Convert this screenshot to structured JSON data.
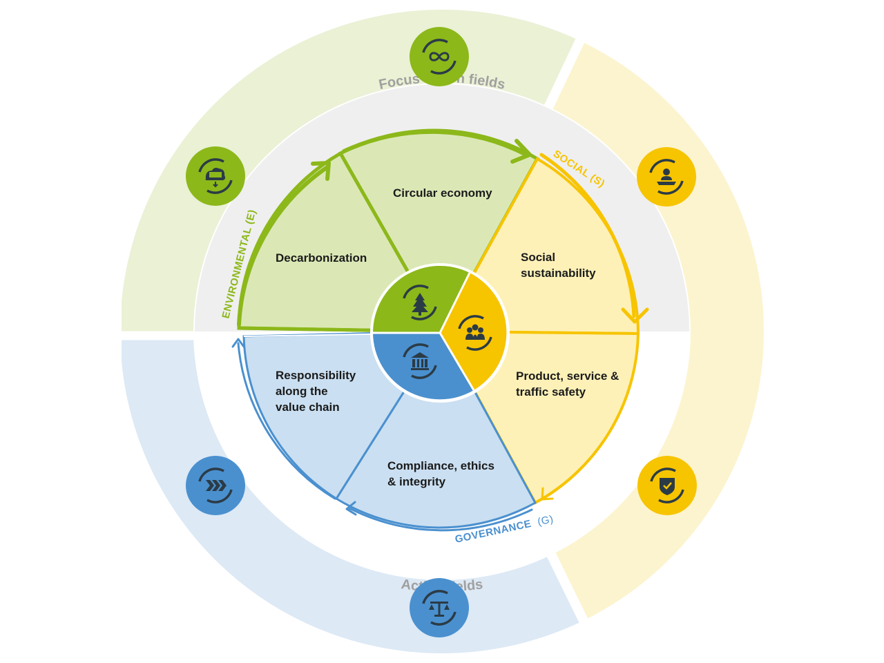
{
  "rings": {
    "focus_label": "Focus action fields",
    "action_label": "Action fields"
  },
  "pillars": {
    "environmental": "ENVIRONMENTAL (E)",
    "social": "SOCIAL (S)",
    "governance": "GOVERNANCE",
    "governance_suffix": "(G)"
  },
  "segments": {
    "decarbonization": [
      "Decarbonization"
    ],
    "circular_economy": [
      "Circular economy"
    ],
    "social_sustainability": [
      "Social",
      "sustainability"
    ],
    "product_safety": [
      "Product, service &",
      "traffic safety"
    ],
    "compliance": [
      "Compliance, ethics",
      "& integrity"
    ],
    "responsibility": [
      "Responsibility",
      "along the",
      "value chain"
    ]
  },
  "colors": {
    "green": "#8cb81a",
    "green_light": "#dbe8b6",
    "green_outer": "#eaf1d5",
    "yellow": "#f7c400",
    "yellow_light": "#fdf1b8",
    "yellow_outer": "#fcf4cf",
    "blue": "#4a90cf",
    "blue_light": "#cadff1",
    "blue_outer": "#dde9f5",
    "grey_band": "#efefef",
    "ring_label": "#a0a0a0"
  },
  "icons": {
    "outer_top": "infinity-cycle-icon",
    "outer_left_top": "co2-reduction-icon",
    "outer_right_top": "person-care-icon",
    "outer_right_bottom": "shield-check-icon",
    "outer_left_bottom": "forward-chevrons-icon",
    "outer_bottom": "scales-justice-icon",
    "center_env": "tree-icon",
    "center_social": "group-people-icon",
    "center_gov": "institution-icon"
  }
}
